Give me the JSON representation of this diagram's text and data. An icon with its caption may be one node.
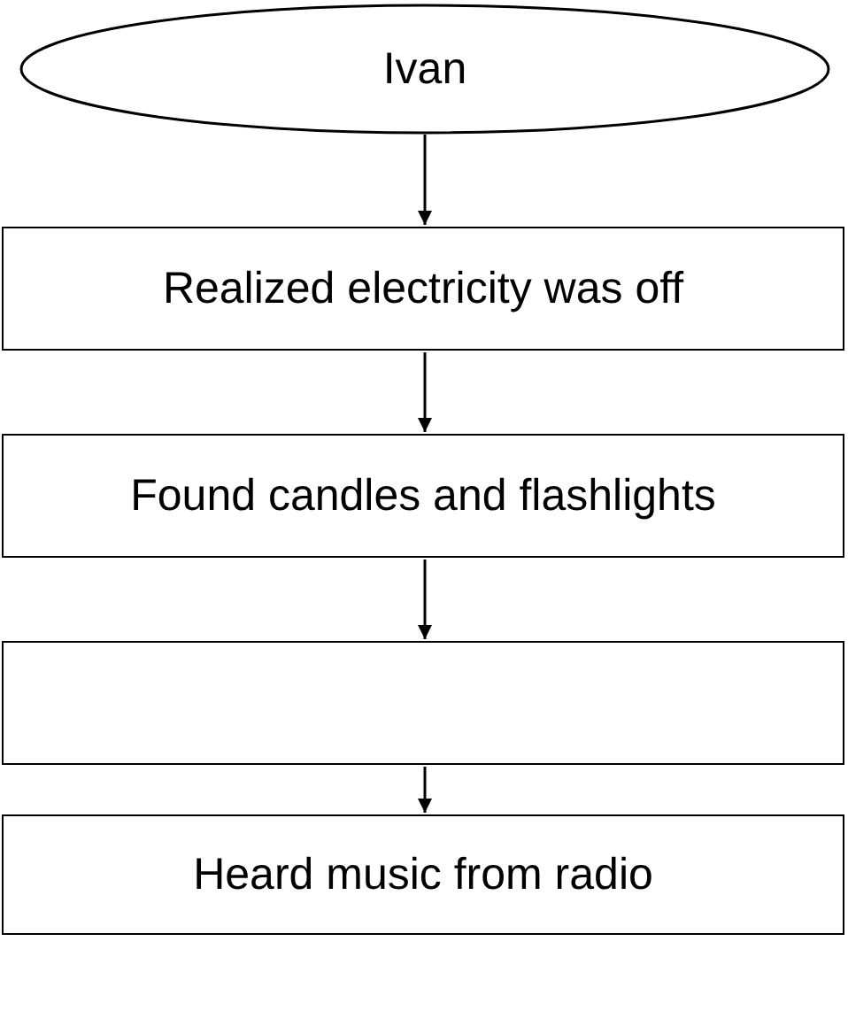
{
  "diagram": {
    "nodes": [
      {
        "text": [
          "Ivan"
        ]
      },
      {
        "text": [
          "Realized electricity was off"
        ]
      },
      {
        "text": [
          "Found candles and flashlights"
        ]
      },
      {
        "text": [],
        "shape": "box"
      },
      {
        "text": [
          "Heard music from radio"
        ]
      }
    ],
    "edges": [
      {
        "from": 0,
        "to": 1,
        "arrow": "to"
      },
      {
        "from": 1,
        "to": 2,
        "arrow": "to"
      },
      {
        "from": 2,
        "to": 3,
        "arrow": "to"
      },
      {
        "from": 3,
        "to": 4,
        "arrow": "to"
      }
    ]
  }
}
